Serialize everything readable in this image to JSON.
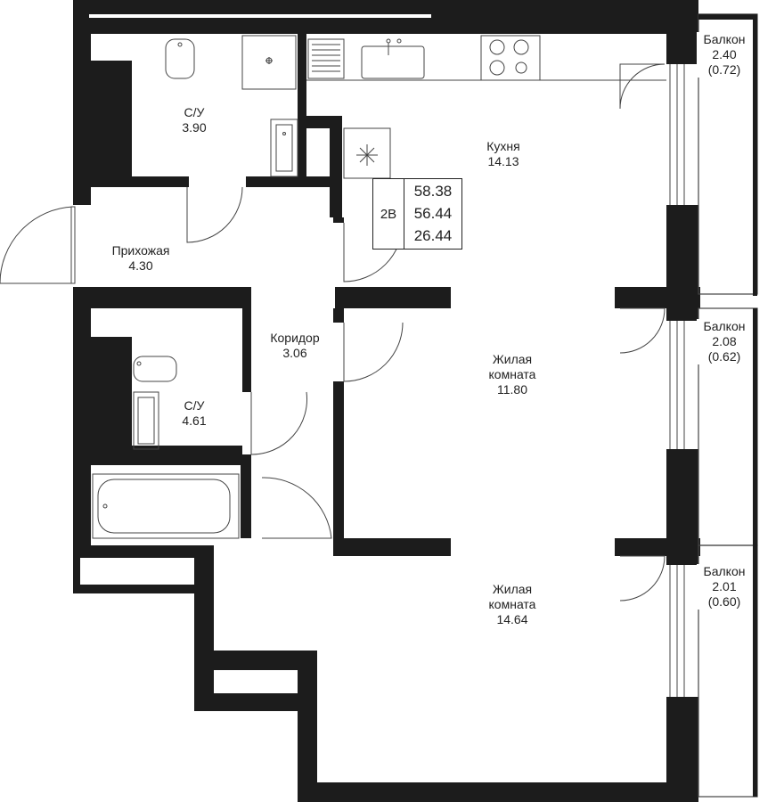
{
  "rooms": {
    "bath1": {
      "name": "С/У",
      "area": "3.90"
    },
    "kitchen": {
      "name": "Кухня",
      "area": "14.13"
    },
    "hall": {
      "name": "Прихожая",
      "area": "4.30"
    },
    "corridor": {
      "name": "Коридор",
      "area": "3.06"
    },
    "bath2": {
      "name": "С/У",
      "area": "4.61"
    },
    "living1": {
      "name_line1": "Жилая",
      "name_line2": "комната",
      "area": "11.80"
    },
    "living2": {
      "name_line1": "Жилая",
      "name_line2": "комната",
      "area": "14.64"
    }
  },
  "balconies": [
    {
      "name": "Балкон",
      "area": "2.40",
      "reduced": "(0.72)"
    },
    {
      "name": "Балкон",
      "area": "2.08",
      "reduced": "(0.62)"
    },
    {
      "name": "Балкон",
      "area": "2.01",
      "reduced": "(0.60)"
    }
  ],
  "summary": {
    "type_code": "2В",
    "total_area": "58.38",
    "living_area_total": "56.44",
    "living_rooms_area": "26.44"
  },
  "colors": {
    "wall": "#1c1c1c",
    "line": "#444444",
    "background": "#ffffff"
  }
}
